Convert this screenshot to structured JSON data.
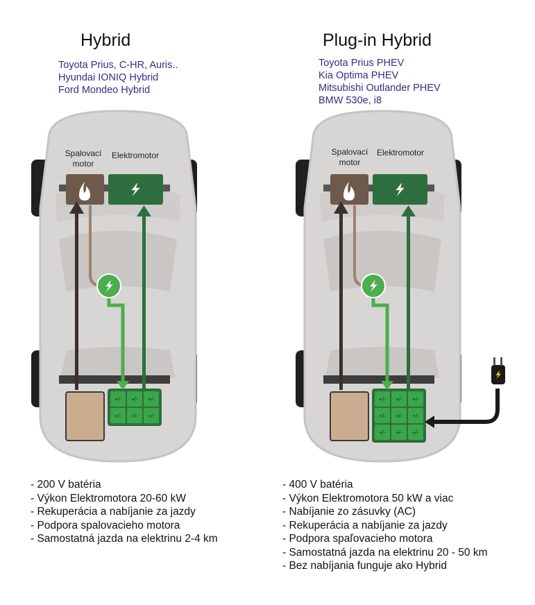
{
  "hybrid": {
    "title": "Hybrid",
    "models": [
      "Toyota Prius, C-HR, Auris..",
      "Hyundai IONIQ Hybrid",
      "Ford Mondeo Hybrid"
    ],
    "engine_label": [
      "Spalovací",
      "motor"
    ],
    "motor_label": "Elektromotor",
    "battery_cell": "+/-",
    "features": [
      "- 200 V batéria",
      "- Výkon Elektromotora  20-60 kW",
      "- Rekuperácia a nabíjanie za jazdy",
      "- Podpora spalovacieho motora",
      "- Samostatná jazda na elektrinu 2-4 km"
    ]
  },
  "plugin": {
    "title": "Plug-in Hybrid",
    "models": [
      "Toyota Prius PHEV",
      "Kia Optima PHEV",
      "Mitsubishi Outlander PHEV",
      "BMW 530e, i8"
    ],
    "engine_label": [
      "Spalovací",
      "motor"
    ],
    "motor_label": "Elektromotor",
    "battery_cell": "+/-",
    "features": [
      "- 400 V batéria",
      "- Výkon Elektromotora  50 kW a viac",
      "- Nabíjanie zo zásuvky (AC)",
      "- Rekuperácia a nabíjanie za jazdy",
      "- Podpora spaľovacieho motora",
      "- Samostatná jazda na elektrinu 20 - 50 km",
      "- Bez nabíjania funguje ako Hybrid"
    ]
  },
  "colors": {
    "engine": "#6e5a4c",
    "motor": "#2e6e3e",
    "green_flow": "#4cae4c",
    "tank": "#c9ad8e",
    "battery": "#3aa64a",
    "body": "#d8d6d4"
  }
}
